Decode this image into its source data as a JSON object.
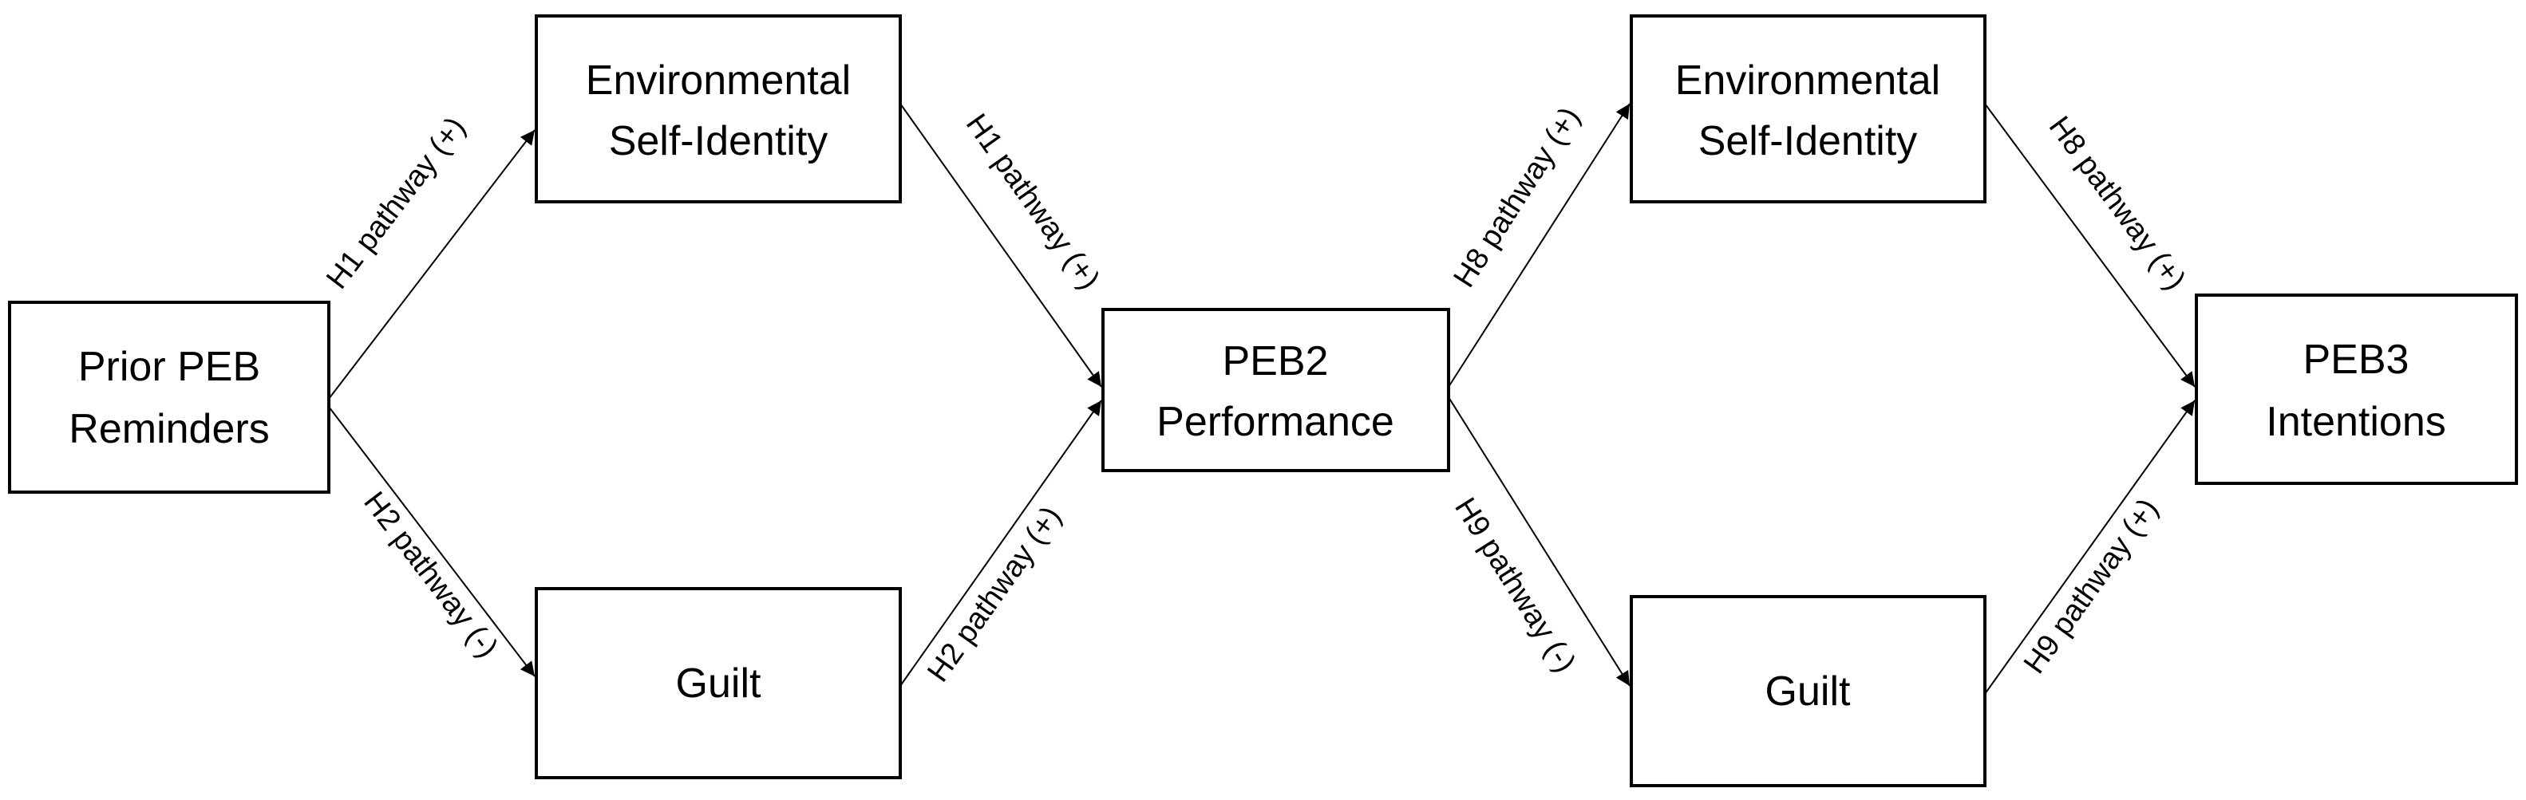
{
  "nodes": {
    "prior_peb": {
      "lines": [
        "Prior PEB",
        "Reminders"
      ]
    },
    "esi_1": {
      "lines": [
        "Environmental",
        "Self-Identity"
      ]
    },
    "guilt_1": {
      "lines": [
        "Guilt"
      ]
    },
    "peb2": {
      "lines": [
        "PEB2",
        "Performance"
      ]
    },
    "esi_2": {
      "lines": [
        "Environmental",
        "Self-Identity"
      ]
    },
    "guilt_2": {
      "lines": [
        "Guilt"
      ]
    },
    "peb3": {
      "lines": [
        "PEB3",
        "Intentions"
      ]
    }
  },
  "edges": {
    "prior_to_esi1": {
      "label": "H1 pathway (+)"
    },
    "esi1_to_peb2": {
      "label": "H1 pathway (+)"
    },
    "prior_to_guilt1": {
      "label": "H2 pathway (-)"
    },
    "guilt1_to_peb2": {
      "label": "H2 pathway (+)"
    },
    "peb2_to_esi2": {
      "label": "H8 pathway (+)"
    },
    "esi2_to_peb3": {
      "label": "H8 pathway (+)"
    },
    "peb2_to_guilt2": {
      "label": "H9 pathway (-)"
    },
    "guilt2_to_peb3": {
      "label": "H9 pathway (+)"
    }
  }
}
